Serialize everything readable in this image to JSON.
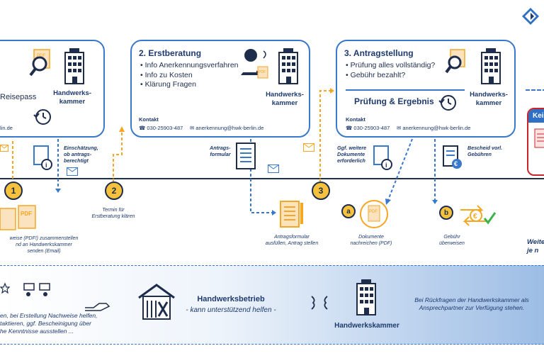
{
  "cards": {
    "card1": {
      "passport": "Reisepass",
      "org": "Handwerks-\nkammer",
      "email_partial": "lin.de"
    },
    "card2": {
      "title": "2. Erstberatung",
      "bullets": [
        "Info Anerkennungsverfahren",
        "Info zu Kosten",
        "Klärung Fragen"
      ],
      "org": "Handwerks-\nkammer",
      "contact_title": "Kontakt",
      "phone": "☎ 030-25903-487",
      "email": "✉ anerkennung@hwk-berlin.de"
    },
    "card3": {
      "title": "3. Antragstellung",
      "bullets": [
        "Prüfung alles vollständig?",
        "Gebühr bezahlt?"
      ],
      "org": "Handwerks-\nkammer",
      "sub_title": "Prüfung & Ergebnis",
      "contact_title": "Kontakt",
      "phone": "☎ 030-25903-487",
      "email": "✉ anerkennung@hwk-berlin.de"
    },
    "card4_partial": "Kein"
  },
  "notes": {
    "einschaetzung": "Einschätzung,\nob antrags-\nberechtigt",
    "antragsformular_doc": "Antrags-\nformular",
    "weitere_docs": "Ggf. weitere\nDokumente\nerforderlich",
    "bescheid": "Bescheid vorl.\nGebühren",
    "nachweise": "weise (PDF!) zusammenstellen\nnd an Handwerkskammer\nsenden (Email)",
    "termin": "Termin für\nErstberatung klären",
    "antrag_ausfuellen": "Antragsformular\nausfüllen, Antrag stellen",
    "dokumente_nachreichen": "Dokumente\nnachreichen (PDF)",
    "gebuehr": "Gebühr\nüberweisen",
    "weiter_partial": "Weite\nje n"
  },
  "steps": [
    "1",
    "2",
    "3",
    "a",
    "b"
  ],
  "doc_badge": "PDF",
  "bottom": {
    "left_text": "en, bei Erstellung Nachweise helfen,\ntaktieren, ggf. Bescheinigung über\nhe Kenntnisse ausstellen ...",
    "betrieb_title": "Handwerksbetrieb",
    "betrieb_sub": "- kann unterstützend helfen -",
    "kammer_label": "Handwerkskammer",
    "right_text": "Bei Rückfragen der Handwerkskammer als\nAnsprechpartner zur Verfügung stehen."
  },
  "colors": {
    "blue": "#3a78c9",
    "navy": "#1e3a6e",
    "orange": "#f5a623",
    "yellow": "#f6c23e",
    "red": "#c9252c"
  }
}
